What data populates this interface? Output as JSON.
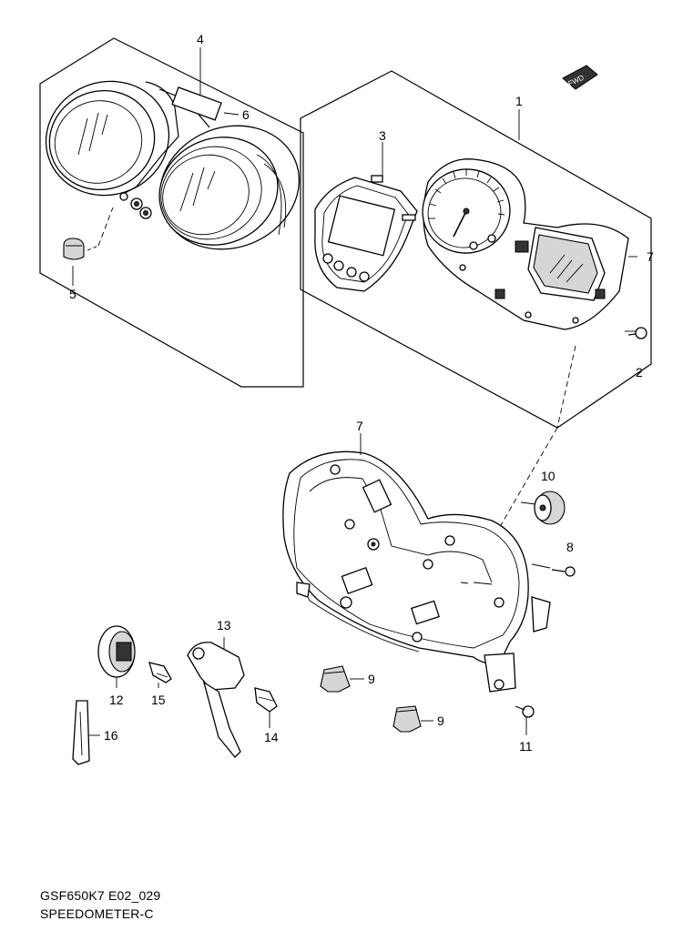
{
  "diagram": {
    "fwd_badge": "FWD",
    "callouts": {
      "c1": "1",
      "c2": "2",
      "c3": "3",
      "c4": "4",
      "c5": "5",
      "c6": "6",
      "c7a": "7",
      "c7b": "7",
      "c8": "8",
      "c9a": "9",
      "c9b": "9",
      "c10": "10",
      "c11": "11",
      "c12": "12",
      "c13": "13",
      "c14": "14",
      "c15": "15",
      "c16": "16"
    }
  },
  "footer": {
    "code": "GSF650K7 E02_029",
    "title": "SPEEDOMETER-C"
  }
}
